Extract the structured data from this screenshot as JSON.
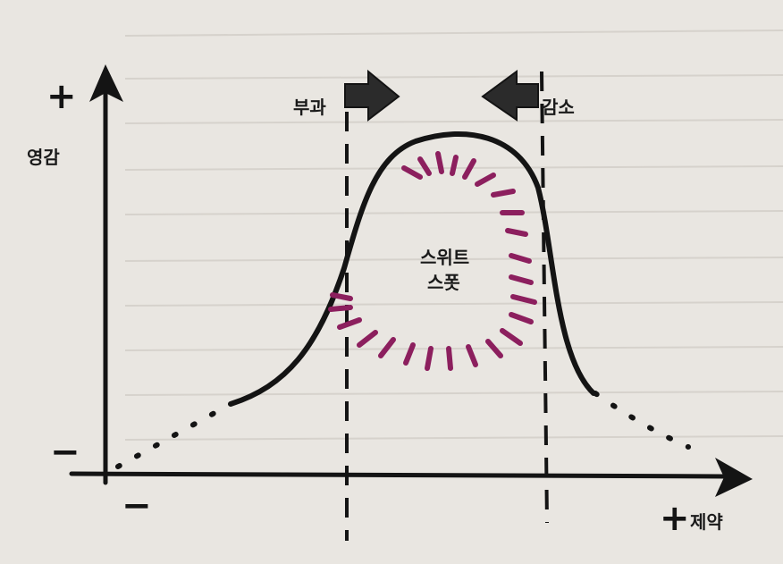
{
  "y_axis": {
    "label": "영감",
    "plus_sign": "+",
    "minus_sign": "−"
  },
  "x_axis": {
    "label": "제약",
    "plus_sign": "+",
    "minus_sign": "−"
  },
  "left_marker": {
    "label": "부과",
    "direction": "right"
  },
  "right_marker": {
    "label": "감소",
    "direction": "left"
  },
  "sweet_spot": {
    "line1": "스위트",
    "line2": "스폿"
  },
  "colors": {
    "ink": "#141414",
    "highlight": "#8c1f5e",
    "paper": "#e9e6e1"
  }
}
